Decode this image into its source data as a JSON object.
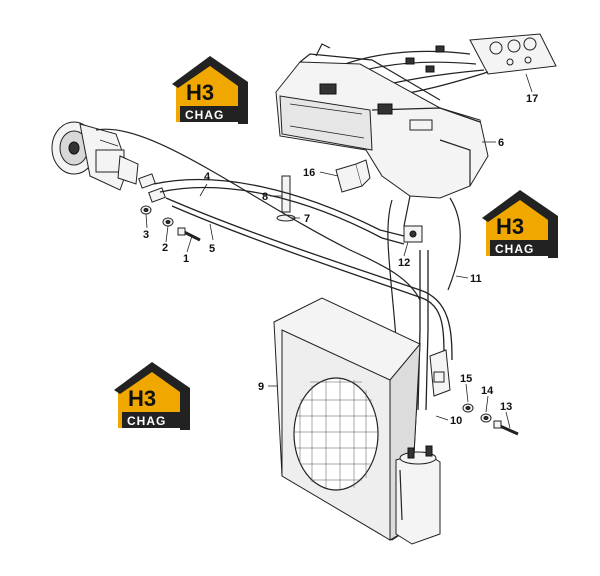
{
  "watermark": {
    "top_text": "H3",
    "bottom_text": "CHAG",
    "colors": {
      "house": "#f0a800",
      "roof": "#222222",
      "label_bg": "#222222"
    }
  },
  "callouts": [
    "1",
    "2",
    "3",
    "4",
    "5",
    "6",
    "7",
    "8",
    "9",
    "10",
    "11",
    "12",
    "13",
    "14",
    "15",
    "16",
    "17"
  ],
  "icons": {
    "fan-grille": "circular-grid",
    "control-panel": "three-knob-panel"
  }
}
